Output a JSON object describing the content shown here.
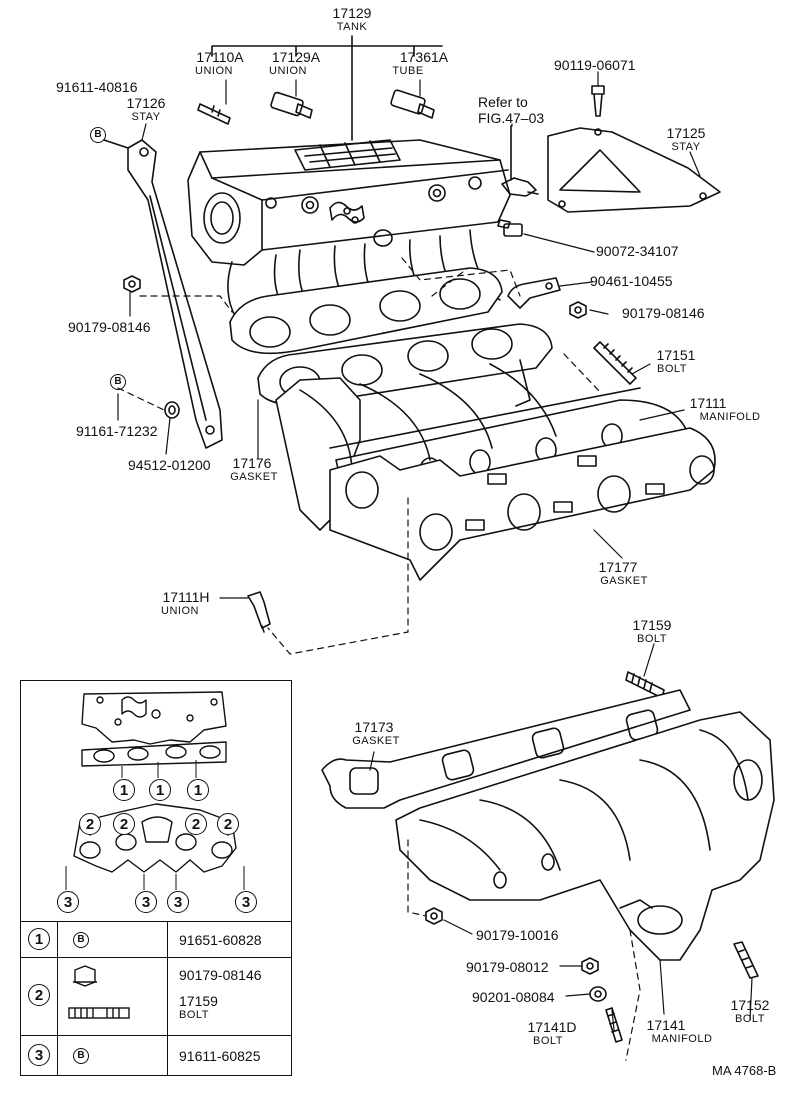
{
  "parts": {
    "tank": {
      "num": "17129",
      "name": "TANK"
    },
    "union_17110a": {
      "num": "17110A",
      "name": "UNION"
    },
    "union_17129a": {
      "num": "17129A",
      "name": "UNION"
    },
    "tube_17361a": {
      "num": "17361A",
      "name": "TUBE"
    },
    "bolt_head_91611": {
      "num": "91611-40816",
      "badge": "B"
    },
    "stay_17126": {
      "num": "17126",
      "name": "STAY"
    },
    "refer": {
      "line1": "Refer to",
      "line2": "FIG.47–03"
    },
    "bolt_90119": {
      "num": "90119-06071"
    },
    "stay_17125": {
      "num": "17125",
      "name": "STAY"
    },
    "plug_90072": {
      "num": "90072-34107"
    },
    "bracket_90461": {
      "num": "90461-10455"
    },
    "nut_90179_08146_right": {
      "num": "90179-08146"
    },
    "nut_90179_08146_left": {
      "num": "90179-08146"
    },
    "bolt_17151": {
      "num": "17151",
      "name": "BOLT"
    },
    "manifold_17111": {
      "num": "17111",
      "name": "MANIFOLD"
    },
    "bolt_91161": {
      "num": "91161-71232",
      "badge": "B"
    },
    "washer_94512": {
      "num": "94512-01200"
    },
    "gasket_17176": {
      "num": "17176",
      "name": "GASKET"
    },
    "gasket_17177": {
      "num": "17177",
      "name": "GASKET"
    },
    "union_17111h": {
      "num": "17111H",
      "name": "UNION"
    },
    "bolt_17159": {
      "num": "17159",
      "name": "BOLT"
    },
    "gasket_17173": {
      "num": "17173",
      "name": "GASKET"
    },
    "nut_90179_10016": {
      "num": "90179-10016"
    },
    "nut_90179_08012": {
      "num": "90179-08012"
    },
    "washer_90201": {
      "num": "90201-08084"
    },
    "bolt_17141d": {
      "num": "17141D",
      "name": "BOLT"
    },
    "manifold_17141": {
      "num": "17141",
      "name": "MANIFOLD"
    },
    "bolt_17152": {
      "num": "17152",
      "name": "BOLT"
    }
  },
  "legend": {
    "key_markers": [
      "1",
      "2",
      "3"
    ],
    "rows": [
      {
        "key": "1",
        "badge": "B",
        "part": "91651-60828"
      },
      {
        "key": "2",
        "part_a": "90179-08146",
        "part_b": "17159",
        "part_b_name": "BOLT"
      },
      {
        "key": "3",
        "badge": "B",
        "part": "91611-60825"
      }
    ]
  },
  "figure_code": "MA 4768-B"
}
